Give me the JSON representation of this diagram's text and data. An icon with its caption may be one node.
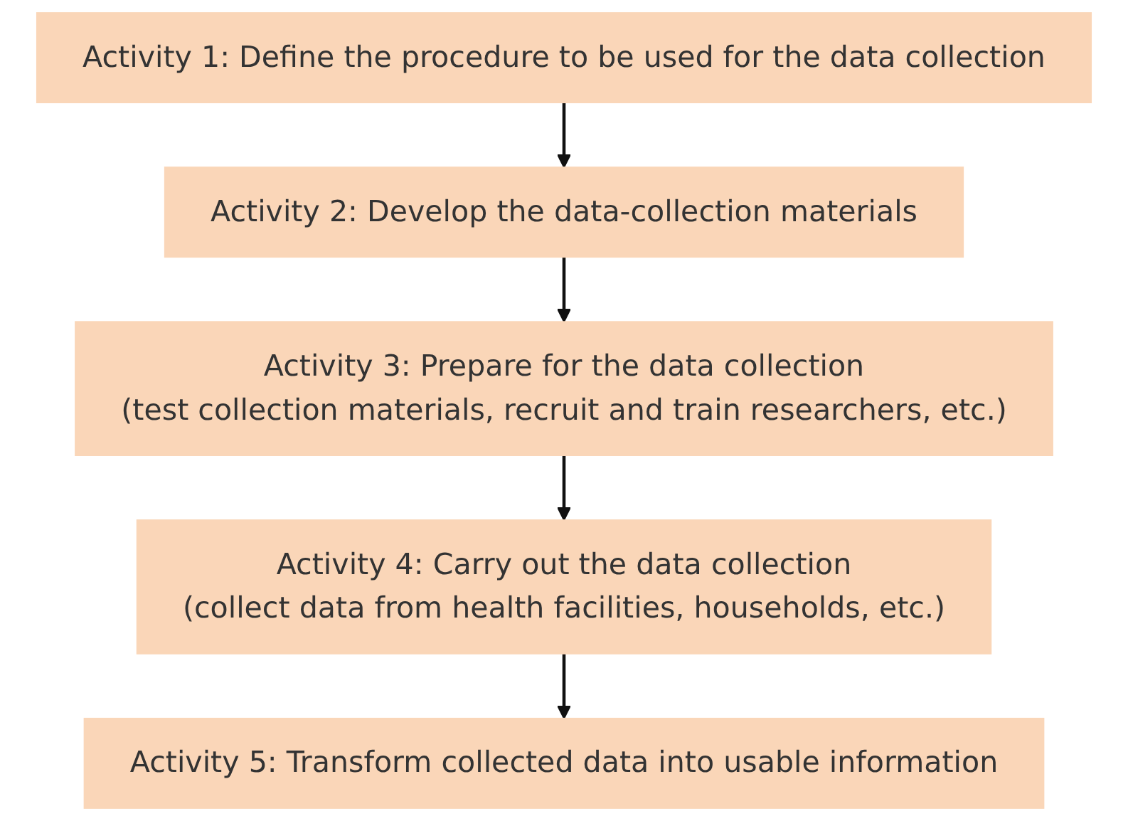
{
  "diagram": {
    "nodes": [
      {
        "text": [
          "Activity 1: Define the procedure to be used for the data collection"
        ]
      },
      {
        "text": [
          "Activity 2: Develop the data-collection materials"
        ]
      },
      {
        "text": [
          "Activity 3: Prepare for the data collection",
          "(test collection materials, recruit and train researchers, etc.)"
        ]
      },
      {
        "text": [
          "Activity 4: Carry out the data collection",
          "(collect data from health facilities, households, etc.)"
        ]
      },
      {
        "text": [
          "Activity 5: Transform collected data into usable information"
        ]
      }
    ],
    "edges": [
      {
        "from": 0,
        "to": 1,
        "arrow": "to"
      },
      {
        "from": 1,
        "to": 2,
        "arrow": "to"
      },
      {
        "from": 2,
        "to": 3,
        "arrow": "to"
      },
      {
        "from": 3,
        "to": 4,
        "arrow": "to"
      }
    ]
  }
}
